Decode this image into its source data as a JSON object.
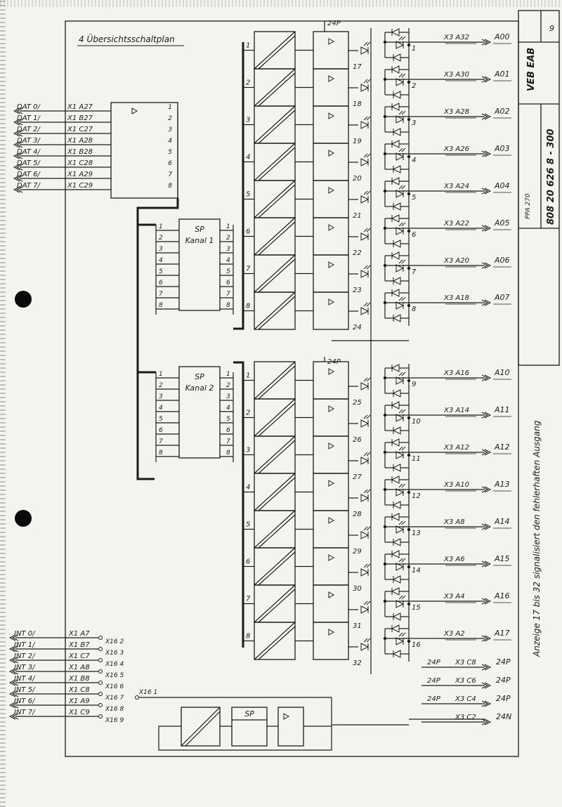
{
  "title": "4 Übersichtsschaltplan",
  "title_block": {
    "sheet_number": "9",
    "company": "VEB EAB",
    "drawing_number": "808 20 626 8 - 300",
    "small_label": "PPA 270"
  },
  "note": "Anzeige 17 bis 32 signalisiert den fehlerhaften Ausgang",
  "dat_inputs": [
    {
      "name": "DAT 0/",
      "pin": "X1 A27"
    },
    {
      "name": "DAT 1/",
      "pin": "X1 B27"
    },
    {
      "name": "DAT 2/",
      "pin": "X1 C27"
    },
    {
      "name": "DAT 3/",
      "pin": "X1 A28"
    },
    {
      "name": "DAT 4/",
      "pin": "X1 B28"
    },
    {
      "name": "DAT 5/",
      "pin": "X1 C28"
    },
    {
      "name": "DAT 6/",
      "pin": "X1 A29"
    },
    {
      "name": "DAT 7/",
      "pin": "X1 C29"
    }
  ],
  "int_inputs": [
    {
      "name": "INT 0/",
      "pin": "X1 A7",
      "jumper": "X16 2"
    },
    {
      "name": "INT 1/",
      "pin": "X1 B7",
      "jumper": "X16 3"
    },
    {
      "name": "INT 2/",
      "pin": "X1 C7",
      "jumper": "X16 4"
    },
    {
      "name": "INT 3/",
      "pin": "X1 A8",
      "jumper": "X16 5"
    },
    {
      "name": "INT 4/",
      "pin": "X1 B8",
      "jumper": "X16 6"
    },
    {
      "name": "INT 5/",
      "pin": "X1 C8",
      "jumper": "X16 7"
    },
    {
      "name": "INT 6/",
      "pin": "X1 A9",
      "jumper": "X16 8"
    },
    {
      "name": "INT 7/",
      "pin": "X1 C9",
      "jumper": "X16 9"
    }
  ],
  "jumper_common": "X16 1",
  "buffer_pins": [
    "1",
    "2",
    "3",
    "4",
    "5",
    "6",
    "7",
    "8"
  ],
  "sp_blocks": [
    {
      "label": "SP",
      "sub": "Kanal 1"
    },
    {
      "label": "SP",
      "sub": "Kanal 2"
    }
  ],
  "sp_small": "SP",
  "power_label": "24P",
  "group1": {
    "leds": [
      "17",
      "18",
      "19",
      "20",
      "21",
      "22",
      "23",
      "24"
    ],
    "channels": [
      "1",
      "2",
      "3",
      "4",
      "5",
      "6",
      "7",
      "8"
    ],
    "outputs": [
      {
        "pin": "X3 A32",
        "signal": "A00"
      },
      {
        "pin": "X3 A30",
        "signal": "A01"
      },
      {
        "pin": "X3 A28",
        "signal": "A02"
      },
      {
        "pin": "X3 A26",
        "signal": "A03"
      },
      {
        "pin": "X3 A24",
        "signal": "A04"
      },
      {
        "pin": "X3 A22",
        "signal": "A05"
      },
      {
        "pin": "X3 A20",
        "signal": "A06"
      },
      {
        "pin": "X3 A18",
        "signal": "A07"
      }
    ]
  },
  "group2": {
    "leds": [
      "25",
      "26",
      "27",
      "28",
      "29",
      "30",
      "31",
      "32"
    ],
    "channels": [
      "9",
      "10",
      "11",
      "12",
      "13",
      "14",
      "15",
      "16"
    ],
    "outputs": [
      {
        "pin": "X3 A16",
        "signal": "A10"
      },
      {
        "pin": "X3 A14",
        "signal": "A11"
      },
      {
        "pin": "X3 A12",
        "signal": "A12"
      },
      {
        "pin": "X3 A10",
        "signal": "A13"
      },
      {
        "pin": "X3 A8",
        "signal": "A14"
      },
      {
        "pin": "X3 A6",
        "signal": "A15"
      },
      {
        "pin": "X3 A4",
        "signal": "A16"
      },
      {
        "pin": "X3 A2",
        "signal": "A17"
      }
    ]
  },
  "block_numbers": [
    "1",
    "2",
    "3",
    "4",
    "5",
    "6",
    "7",
    "8"
  ],
  "power_rows": [
    {
      "left": "24P",
      "pin": "X3 C8",
      "right": "24P"
    },
    {
      "left": "24P",
      "pin": "X3 C6",
      "right": "24P"
    },
    {
      "left": "24P",
      "pin": "X3 C4",
      "right": "24P"
    },
    {
      "left": "",
      "pin": "X3 C2",
      "right": "24N"
    }
  ]
}
